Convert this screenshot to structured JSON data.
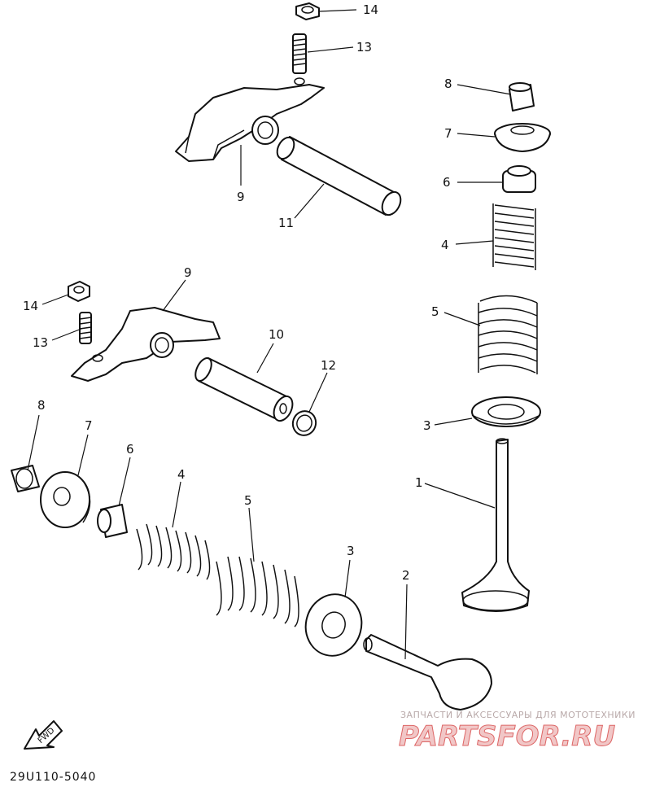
{
  "labels": {
    "l14a": "14",
    "l13a": "13",
    "l9a": "9",
    "l11": "11",
    "l8a": "8",
    "l7a": "7",
    "l6a": "6",
    "l4a": "4",
    "l5a": "5",
    "l3a": "3",
    "l1": "1",
    "l9b": "9",
    "l14b": "14",
    "l13b": "13",
    "l10": "10",
    "l12": "12",
    "l8b": "8",
    "l7b": "7",
    "l6b": "6",
    "l4b": "4",
    "l5b": "5",
    "l3b": "3",
    "l2": "2"
  },
  "fwd": "FWD",
  "ref_code": "29U110-5040",
  "watermark": {
    "tagline": "ЗАПЧАСТИ И АКСЕССУАРЫ ДЛЯ МОТОТЕХНИКИ",
    "brand": "PARTSFOR.RU"
  }
}
